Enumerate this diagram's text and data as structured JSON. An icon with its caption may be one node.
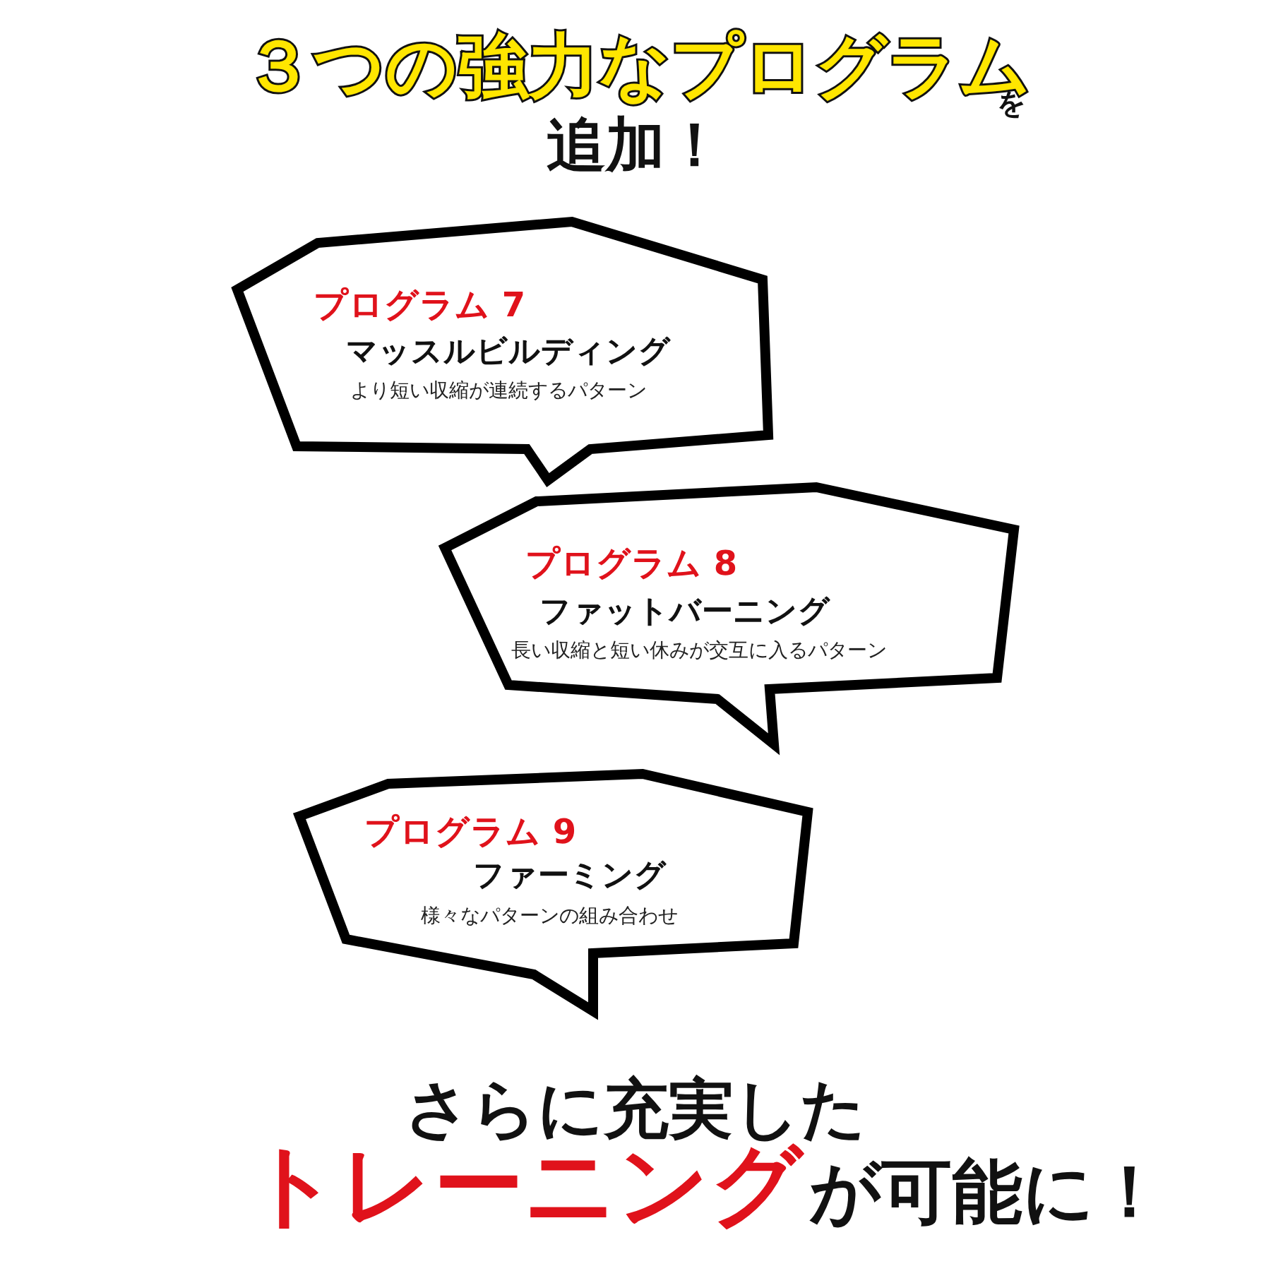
{
  "diagram": {
    "nodes": [
      {
        "text": [
          "プログラム 7",
          "マッスルビルディング",
          "より短い収縮が連続するパターン"
        ]
      },
      {
        "text": [
          "プログラム 8",
          "ファットバーニング",
          "長い収縮と短い休みが交互に入るパターン"
        ]
      },
      {
        "text": [
          "プログラム 9",
          "ファーミング",
          "様々なパターンの組み合わせ"
        ]
      }
    ],
    "labels": [
      "３つの強力なプログラム",
      "を",
      "追加！",
      "さらに充実した",
      "トレーニング",
      "が可能に！"
    ]
  }
}
